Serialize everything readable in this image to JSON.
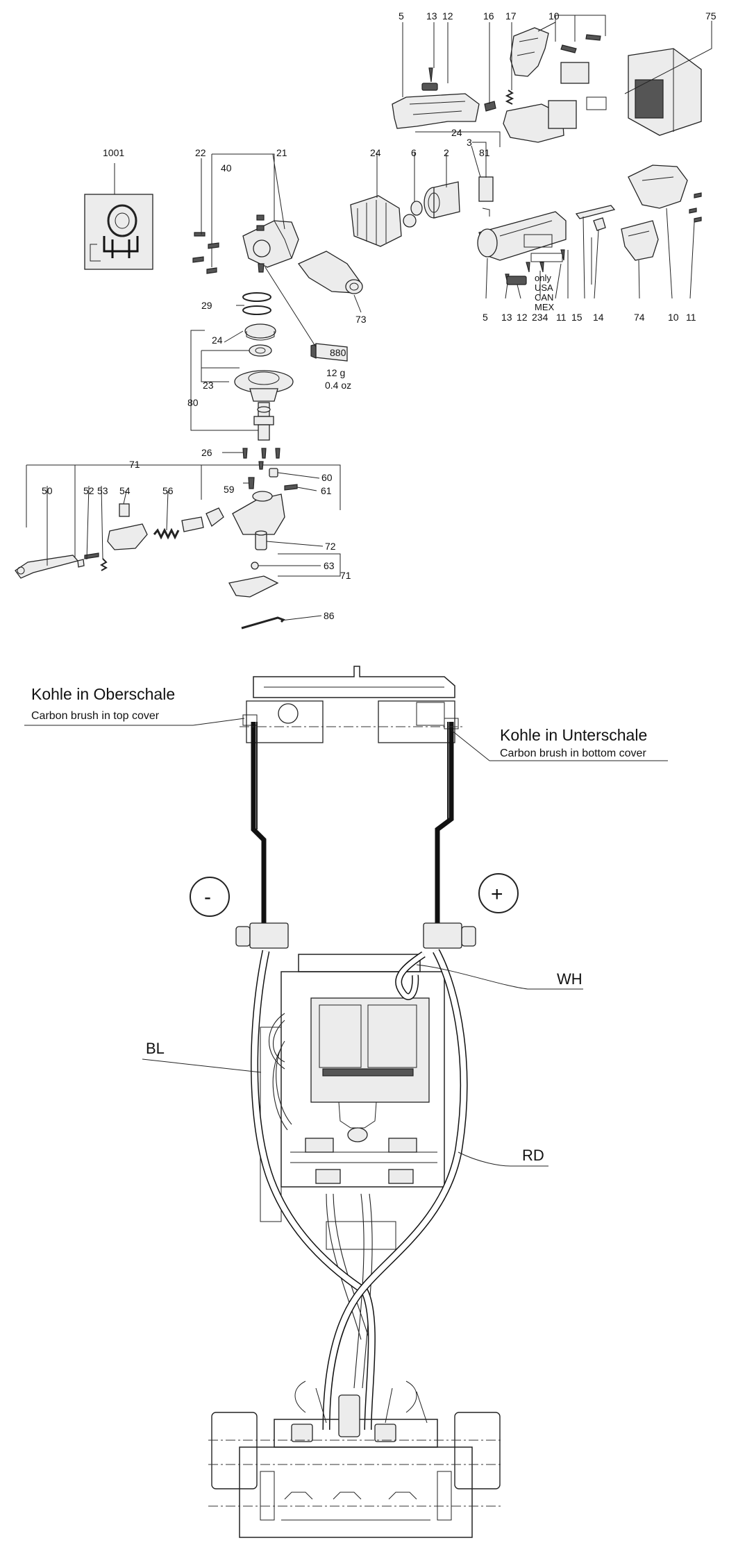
{
  "exploded_view": {
    "callouts": {
      "c5_top": "5",
      "c13_top": "13",
      "c12_top": "12",
      "c16": "16",
      "c17": "17",
      "c10_top": "10",
      "c75": "75",
      "c1001": "1001",
      "c22": "22",
      "c21": "21",
      "c40": "40",
      "c24_mid": "24",
      "c6": "6",
      "c2": "2",
      "c3": "3",
      "c81": "81",
      "c24_top": "24",
      "c29": "29",
      "c73": "73",
      "c24_low": "24",
      "c23": "23",
      "c80": "80",
      "c26": "26",
      "c71_top": "71",
      "c60": "60",
      "c59": "59",
      "c61": "61",
      "c50": "50",
      "c52": "52",
      "c53": "53",
      "c54": "54",
      "c56": "56",
      "c72": "72",
      "c63": "63",
      "c71_low": "71",
      "c86": "86",
      "c5_bot": "5",
      "c13_bot": "13",
      "c12_bot": "12",
      "c234": "234",
      "c11_a": "11",
      "c15": "15",
      "c14": "14",
      "c74": "74",
      "c10_bot": "10",
      "c11_b": "11"
    },
    "grease_code": "880",
    "grease_amount_g": "12 g",
    "grease_amount_oz": "0.4 oz",
    "region_note": [
      "only",
      "USA",
      "CAN",
      "MEX"
    ]
  },
  "wiring": {
    "brush_top_de": "Kohle in Oberschale",
    "brush_top_en": "Carbon brush in top cover",
    "brush_bottom_de": "Kohle in Unterschale",
    "brush_bottom_en": "Carbon brush in bottom cover",
    "minus_sign": "-",
    "plus_sign": "+",
    "wire_white": "WH",
    "wire_blue": "BL",
    "wire_red": "RD"
  }
}
